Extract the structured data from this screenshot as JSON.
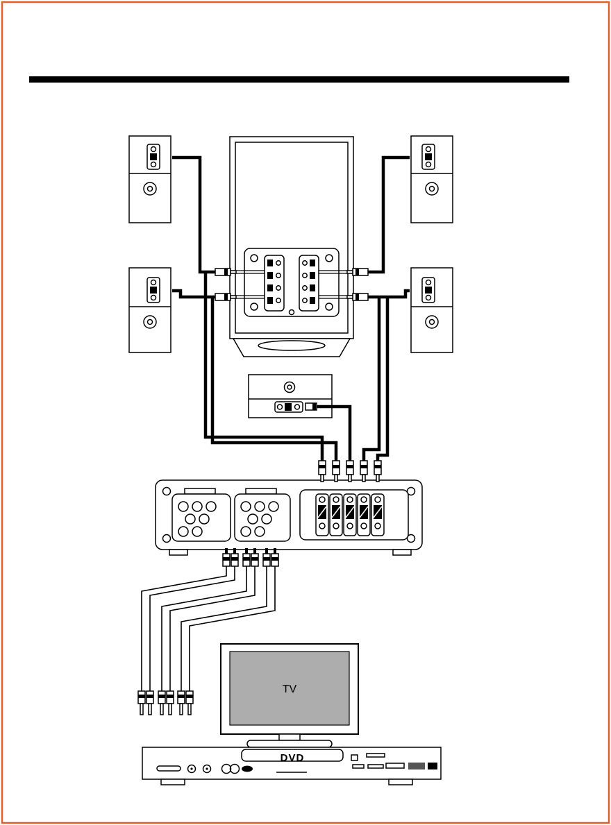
{
  "page": {
    "background_color": "#ffffff",
    "border_color": "#DC5F2C"
  },
  "diagram": {
    "line_color": "#000000",
    "tv": {
      "label": "TV",
      "screen_color": "#ADADAD"
    },
    "dvd": {
      "label": "DVD"
    },
    "component_names": [
      "front-left-satellite-speaker",
      "front-right-satellite-speaker",
      "rear-left-satellite-speaker",
      "rear-right-satellite-speaker",
      "center-speaker",
      "subwoofer-rear-panel",
      "amplifier-rear-panel",
      "speaker-wires",
      "rca-cables",
      "tv",
      "dvd-player"
    ]
  }
}
